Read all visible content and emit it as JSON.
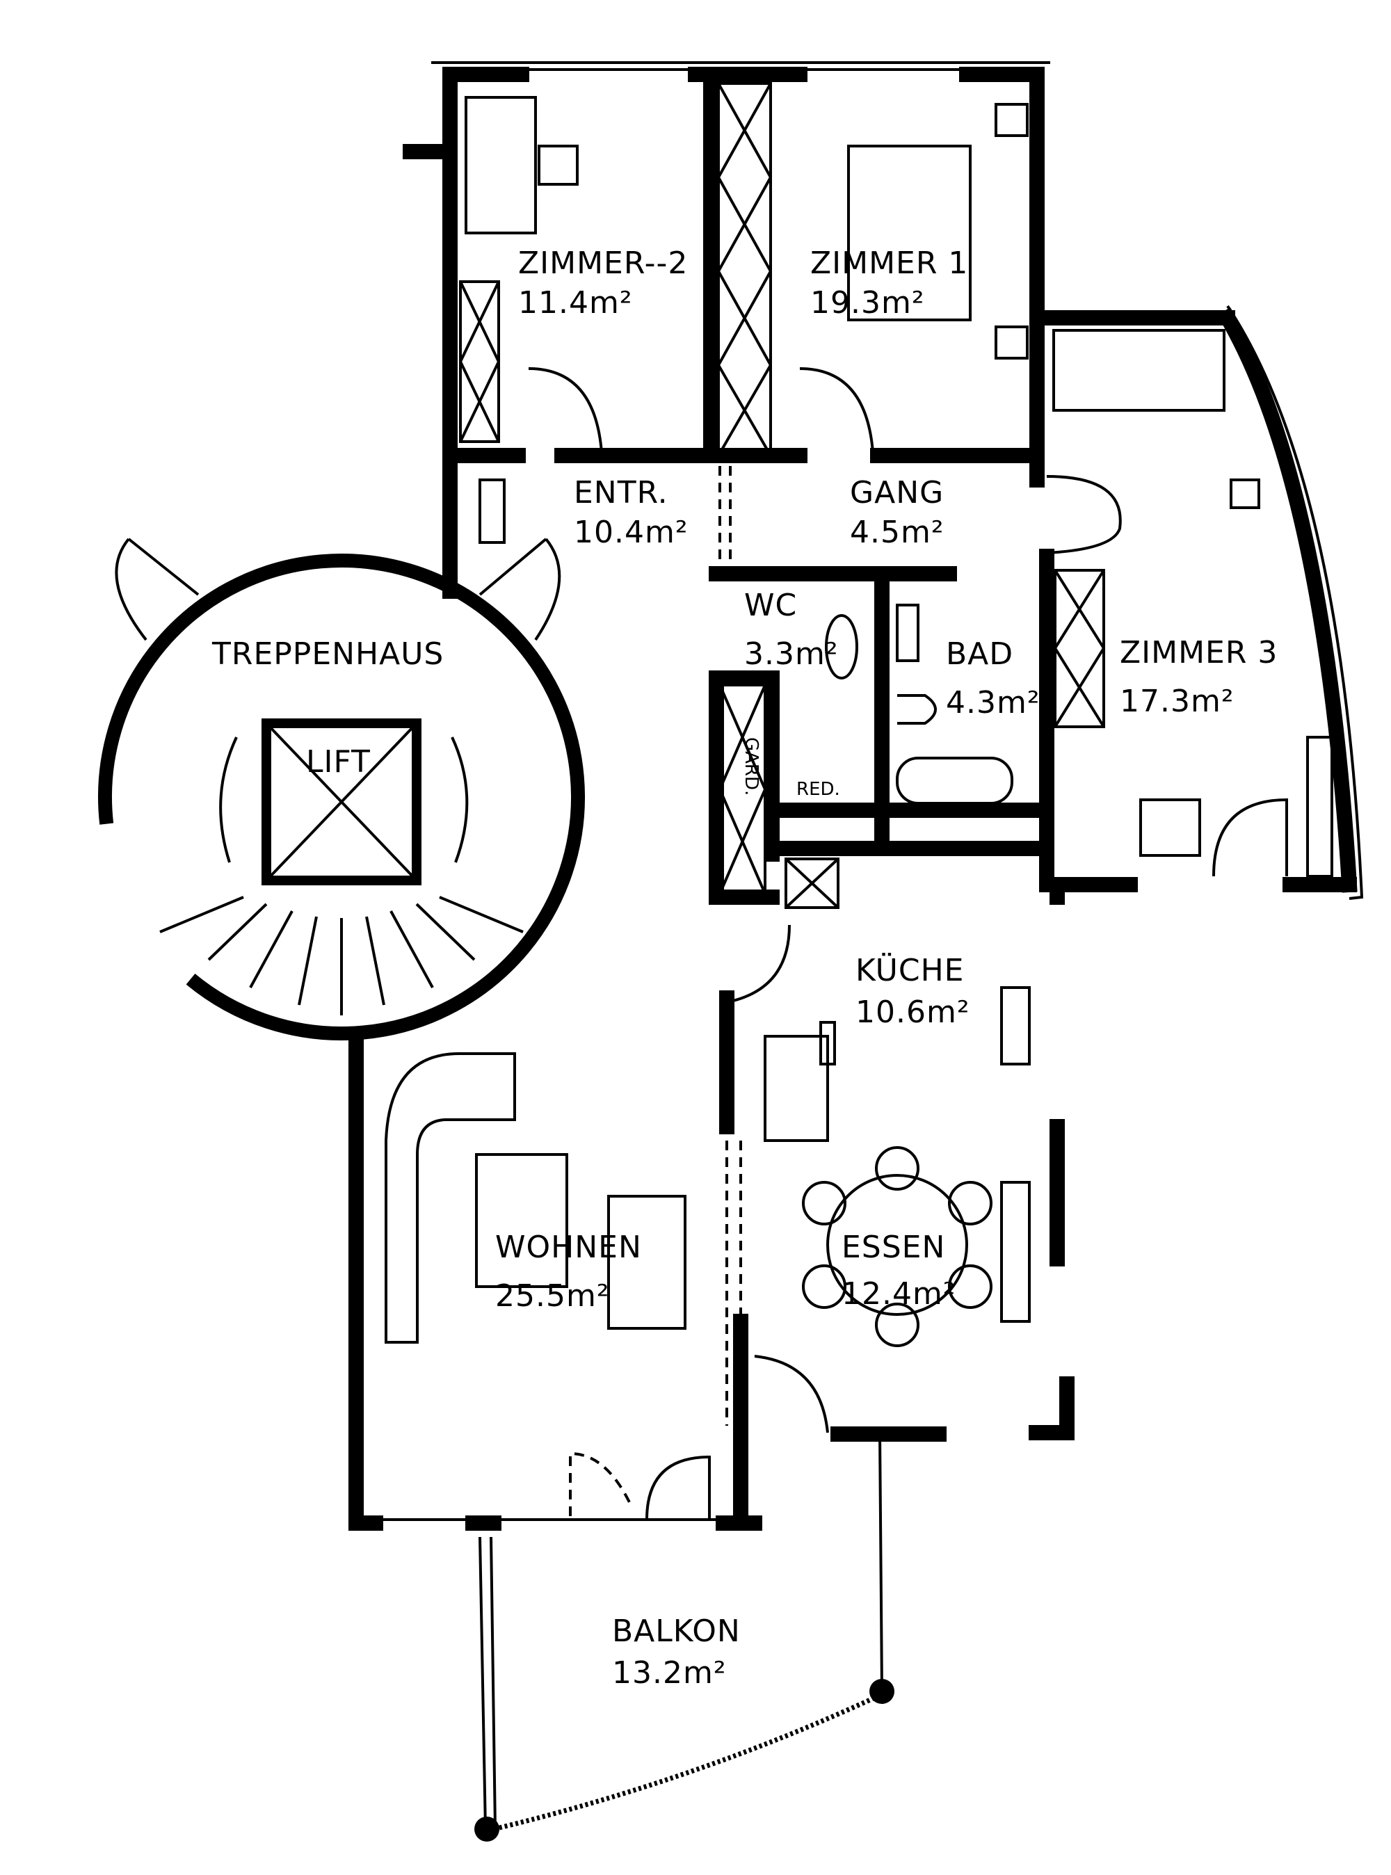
{
  "plan": {
    "rooms": [
      {
        "id": "zimmer2",
        "name": "ZIMMER--2",
        "area": "11.4m²"
      },
      {
        "id": "zimmer1",
        "name": "ZIMMER 1",
        "area": "19.3m²"
      },
      {
        "id": "entr",
        "name": "ENTR.",
        "area": "10.4m²"
      },
      {
        "id": "gang",
        "name": "GANG",
        "area": "4.5m²"
      },
      {
        "id": "zimmer3",
        "name": "ZIMMER 3",
        "area": "17.3m²"
      },
      {
        "id": "wc",
        "name": "WC",
        "area": "3.3m²"
      },
      {
        "id": "bad",
        "name": "BAD",
        "area": "4.3m²"
      },
      {
        "id": "kueche",
        "name": "KÜCHE",
        "area": "10.6m²"
      },
      {
        "id": "wohnen",
        "name": "WOHNEN",
        "area": "25.5m²"
      },
      {
        "id": "essen",
        "name": "ESSEN",
        "area": "12.4m²"
      },
      {
        "id": "balkon",
        "name": "BALKON",
        "area": "13.2m²"
      }
    ],
    "stairwell": {
      "name": "TREPPENHAUS"
    },
    "lift": {
      "name": "LIFT"
    },
    "small_labels": {
      "red": "RED.",
      "gard": "GARD."
    }
  }
}
